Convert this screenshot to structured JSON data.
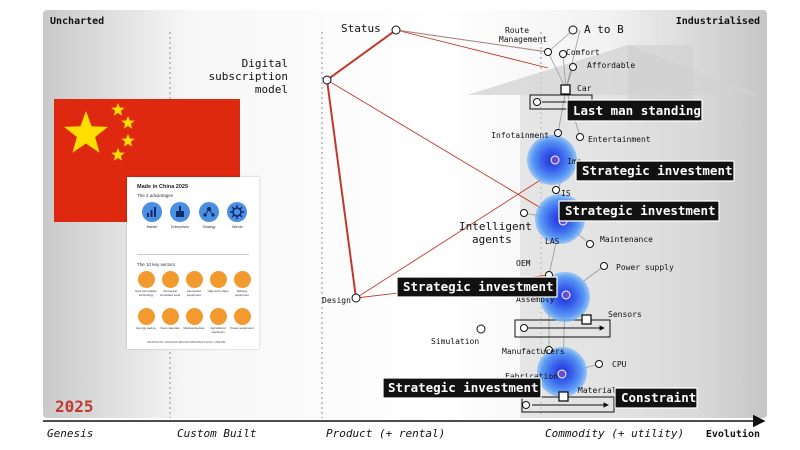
{
  "corners": {
    "left": "Uncharted",
    "right": "Industrialised"
  },
  "stages": [
    "Genesis",
    "Custom Built",
    "Product (+ rental)",
    "Commodity (+ utility)"
  ],
  "axis_label": "Evolution",
  "year": "2025",
  "components": {
    "status": "Status",
    "route_management_1": "Route",
    "route_management_2": "Management",
    "a_to_b": "A to B",
    "comfort": "Comfort",
    "affordable": "Affordable",
    "car": "Car",
    "digital_subscription_1": "Digital",
    "digital_subscription_2": "subscription",
    "digital_subscription_3": "model",
    "infotainment": "Infotainment",
    "entertainment": "Entertainment",
    "ims": "Ims",
    "is": "IS",
    "intelligent_agents_1": "Intelligent",
    "intelligent_agents_2": "agents",
    "las": "LAS",
    "maintenance": "Maintenance",
    "oem": "OEM",
    "power_supply": "Power supply",
    "design": "Design",
    "assembly": "Assembly",
    "sensors": "Sensors",
    "simulation": "Simulation",
    "manufacturers": "Manufacturers",
    "cpu": "CPU",
    "fabrication": "Fabrication",
    "material": "Material"
  },
  "callouts": {
    "last_man": "Last man standing",
    "strategic_1": "Strategic investment",
    "strategic_2": "Strategic investment",
    "strategic_3": "Strategic investment",
    "strategic_4": "Strategic investment",
    "constraint": "Constraint"
  },
  "card": {
    "title": "Made in China 2025",
    "advantages_heading": "The 4 advantages",
    "advantages": [
      "Market",
      "Enterprises",
      "Strategy",
      "Talents"
    ],
    "sectors_heading": "The 10 key sectors",
    "sectors": [
      "New information technology",
      "Numerical controlled tools",
      "Aerospace equipment",
      "High-tech ships",
      "Railway equipment",
      "Energy saving",
      "New materials",
      "Medical devices",
      "Agricultural machinery",
      "Power equipment"
    ],
    "footer": "GRAPHIC BY GRAPHIC REVISIONPEOPLE'S DAILY ONLINE"
  },
  "colors": {
    "red": "#c0392b",
    "flag_red": "#de2910",
    "flag_yellow": "#ffde00",
    "pipeline_blue": "#3f7be8",
    "card_blue": "#4a8fe0",
    "card_orange": "#f29a2e"
  }
}
